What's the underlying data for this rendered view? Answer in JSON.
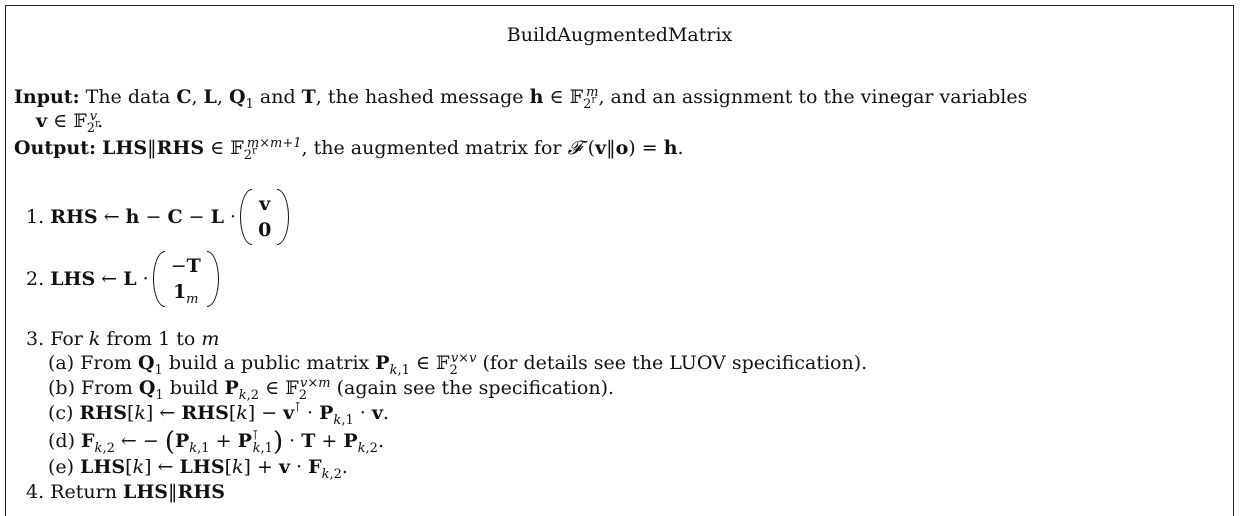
{
  "title": "BuildAugmentedMatrix",
  "input": {
    "label": "Input:",
    "text_a": "The data ",
    "text_b": " and ",
    "text_c": ", the hashed message ",
    "text_d": ", and an assignment to the vinegar variables"
  },
  "output": {
    "label": "Output:",
    "text_a": ", the augmented matrix for "
  },
  "steps": {
    "n1": "1.",
    "n2": "2.",
    "n3": "3.",
    "n4": "4.",
    "s3_text": "For",
    "s3_from": "from 1 to",
    "s4_text": "Return",
    "sub_a_label": "(a)",
    "sub_a_from": "From",
    "sub_a_text": "build a public matrix",
    "sub_a_tail": "(for details see the LUOV specification).",
    "sub_b_label": "(b)",
    "sub_b_from": "From",
    "sub_b_text": "build",
    "sub_b_tail": "(again see the specification).",
    "sub_c_label": "(c)",
    "sub_d_label": "(d)",
    "sub_e_label": "(e)"
  }
}
